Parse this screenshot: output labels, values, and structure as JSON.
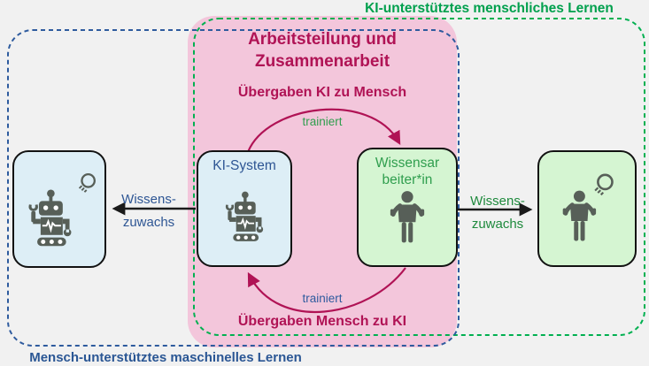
{
  "regions": {
    "ki_supported": {
      "label": "KI-unterstütztes menschliches Lernen",
      "text_color": "#00a04d",
      "border_color": "#00b050"
    },
    "human_supported": {
      "label": "Mensch-unterstütztes maschinelles Lernen",
      "text_color": "#2a5694",
      "border_color": "#2e5b9e"
    }
  },
  "panel": {
    "title_line1": "Arbeitsteilung und",
    "title_line2": "Zusammenarbeit",
    "top_handover": "Übergaben KI zu Mensch",
    "top_arc_label": "trainiert",
    "bottom_arc_label": "trainiert",
    "bottom_handover": "Übergaben Mensch zu KI",
    "bg_color": "#f3c6db",
    "accent_color": "#b01355"
  },
  "nodes": {
    "ki_system": {
      "label": "KI-System",
      "icon": "robot-icon",
      "bg_color": "#ddeef6",
      "text_color": "#2e5694"
    },
    "knowledge_worker": {
      "label_line1": "Wissensar",
      "label_line2": "beiter*in",
      "icon": "person-icon",
      "bg_color": "#d5f5d2",
      "text_color": "#2f9e4e"
    },
    "learning_ki": {
      "icon": "robot-lightbulb-icon",
      "bg_color": "#ddeef6"
    },
    "learning_human": {
      "icon": "person-lightbulb-icon",
      "bg_color": "#d5f5d2"
    }
  },
  "arrows": {
    "left": {
      "label_line1": "Wissens-",
      "label_line2": "zuwachs",
      "text_color": "#2e5694"
    },
    "right": {
      "label_line1": "Wissens-",
      "label_line2": "zuwachs",
      "text_color": "#1f8a3d"
    }
  },
  "icon_color": "#575f58"
}
